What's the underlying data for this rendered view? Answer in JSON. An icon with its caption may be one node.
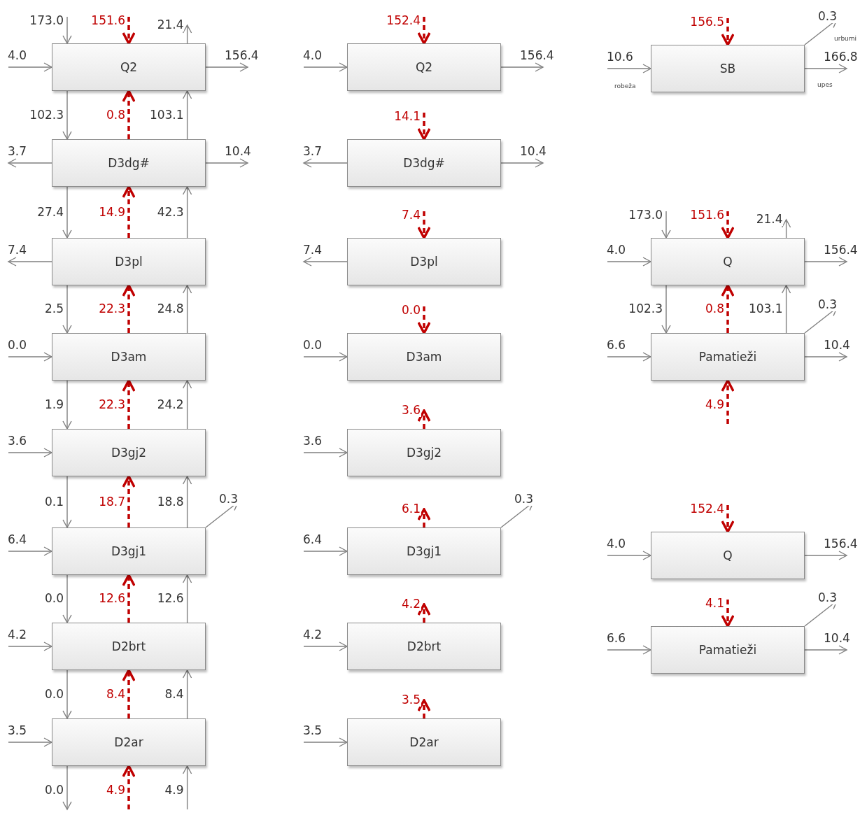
{
  "diagram": {
    "nodes": [
      {
        "text": [
          "Q2"
        ]
      },
      {
        "text": [
          "D3dg#"
        ]
      },
      {
        "text": [
          "D3pl"
        ]
      },
      {
        "text": [
          "D3am"
        ]
      },
      {
        "text": [
          "D3gj2"
        ]
      },
      {
        "text": [
          "D3gj1"
        ]
      },
      {
        "text": [
          "D2brt"
        ]
      },
      {
        "text": [
          "D2ar"
        ]
      },
      {
        "text": [
          "Q2"
        ]
      },
      {
        "text": [
          "D3dg#"
        ]
      },
      {
        "text": [
          "D3pl"
        ]
      },
      {
        "text": [
          "D3am"
        ]
      },
      {
        "text": [
          "D3gj2"
        ]
      },
      {
        "text": [
          "D3gj1"
        ]
      },
      {
        "text": [
          "D2brt"
        ]
      },
      {
        "text": [
          "D2ar"
        ]
      },
      {
        "text": [
          "SB"
        ]
      },
      {
        "text": [
          "Q"
        ]
      },
      {
        "text": [
          "Pamatieži"
        ]
      },
      {
        "text": [
          "Q"
        ]
      },
      {
        "text": [
          "Pamatieži"
        ]
      }
    ],
    "edges": [
      {
        "from": null,
        "to": 0,
        "arrow": "to",
        "label": "173.0"
      },
      {
        "from": null,
        "to": 0,
        "arrow": "to",
        "label": "151.6",
        "style": "dashed",
        "color": "#c00000"
      },
      {
        "from": 0,
        "to": null,
        "arrow": "to",
        "label": "21.4"
      },
      {
        "from": null,
        "to": 0,
        "arrow": "to",
        "label": "4.0"
      },
      {
        "from": 0,
        "to": null,
        "arrow": "to",
        "label": "156.4"
      },
      {
        "from": 0,
        "to": 1,
        "arrow": "to",
        "label": "102.3"
      },
      {
        "from": 1,
        "to": 0,
        "arrow": "to",
        "label": "0.8",
        "style": "dashed",
        "color": "#c00000"
      },
      {
        "from": 1,
        "to": 0,
        "arrow": "to",
        "label": "103.1"
      },
      {
        "from": 1,
        "to": null,
        "arrow": "to",
        "label": "3.7"
      },
      {
        "from": 1,
        "to": null,
        "arrow": "to",
        "label": "10.4"
      },
      {
        "from": 1,
        "to": 2,
        "arrow": "to",
        "label": "27.4"
      },
      {
        "from": 2,
        "to": 1,
        "arrow": "to",
        "label": "14.9",
        "style": "dashed",
        "color": "#c00000"
      },
      {
        "from": 2,
        "to": 1,
        "arrow": "to",
        "label": "42.3"
      },
      {
        "from": 2,
        "to": null,
        "arrow": "to",
        "label": "7.4"
      },
      {
        "from": 2,
        "to": 3,
        "arrow": "to",
        "label": "2.5"
      },
      {
        "from": 3,
        "to": 2,
        "arrow": "to",
        "label": "22.3",
        "style": "dashed",
        "color": "#c00000"
      },
      {
        "from": 3,
        "to": 2,
        "arrow": "to",
        "label": "24.8"
      },
      {
        "from": null,
        "to": 3,
        "arrow": "to",
        "label": "0.0"
      },
      {
        "from": 3,
        "to": 4,
        "arrow": "to",
        "label": "1.9"
      },
      {
        "from": 4,
        "to": 3,
        "arrow": "to",
        "label": "22.3",
        "style": "dashed",
        "color": "#c00000"
      },
      {
        "from": 4,
        "to": 3,
        "arrow": "to",
        "label": "24.2"
      },
      {
        "from": null,
        "to": 4,
        "arrow": "to",
        "label": "3.6"
      },
      {
        "from": 4,
        "to": 5,
        "arrow": "to",
        "label": "0.1"
      },
      {
        "from": 5,
        "to": 4,
        "arrow": "to",
        "label": "18.7",
        "style": "dashed",
        "color": "#c00000"
      },
      {
        "from": 5,
        "to": 4,
        "arrow": "to",
        "label": "18.8"
      },
      {
        "from": 5,
        "to": null,
        "arrow": "to",
        "label": "0.3"
      },
      {
        "from": null,
        "to": 5,
        "arrow": "to",
        "label": "6.4"
      },
      {
        "from": 5,
        "to": 6,
        "arrow": "to",
        "label": "0.0"
      },
      {
        "from": 6,
        "to": 5,
        "arrow": "to",
        "label": "12.6",
        "style": "dashed",
        "color": "#c00000"
      },
      {
        "from": 6,
        "to": 5,
        "arrow": "to",
        "label": "12.6"
      },
      {
        "from": null,
        "to": 6,
        "arrow": "to",
        "label": "4.2"
      },
      {
        "from": 6,
        "to": 7,
        "arrow": "to",
        "label": "0.0"
      },
      {
        "from": 7,
        "to": 6,
        "arrow": "to",
        "label": "8.4",
        "style": "dashed",
        "color": "#c00000"
      },
      {
        "from": 7,
        "to": 6,
        "arrow": "to",
        "label": "8.4"
      },
      {
        "from": null,
        "to": 7,
        "arrow": "to",
        "label": "3.5"
      },
      {
        "from": 7,
        "to": null,
        "arrow": "to",
        "label": "0.0"
      },
      {
        "from": null,
        "to": 7,
        "arrow": "to",
        "label": "4.9",
        "style": "dashed",
        "color": "#c00000"
      },
      {
        "from": null,
        "to": 7,
        "arrow": "to",
        "label": "4.9"
      },
      {
        "from": null,
        "to": 8,
        "arrow": "to",
        "label": "152.4",
        "style": "dashed",
        "color": "#c00000"
      },
      {
        "from": null,
        "to": 8,
        "arrow": "to",
        "label": "4.0"
      },
      {
        "from": 8,
        "to": null,
        "arrow": "to",
        "label": "156.4"
      },
      {
        "from": null,
        "to": 9,
        "arrow": "to",
        "label": "14.1",
        "style": "dashed",
        "color": "#c00000"
      },
      {
        "from": 9,
        "to": null,
        "arrow": "to",
        "label": "3.7"
      },
      {
        "from": 9,
        "to": null,
        "arrow": "to",
        "label": "10.4"
      },
      {
        "from": null,
        "to": 10,
        "arrow": "to",
        "label": "7.4",
        "style": "dashed",
        "color": "#c00000"
      },
      {
        "from": 10,
        "to": null,
        "arrow": "to",
        "label": "7.4"
      },
      {
        "from": null,
        "to": 11,
        "arrow": "to",
        "label": "0.0",
        "style": "dashed",
        "color": "#c00000"
      },
      {
        "from": null,
        "to": 11,
        "arrow": "to",
        "label": "0.0"
      },
      {
        "from": 12,
        "to": null,
        "arrow": "to",
        "label": "3.6",
        "style": "dashed",
        "color": "#c00000"
      },
      {
        "from": null,
        "to": 12,
        "arrow": "to",
        "label": "3.6"
      },
      {
        "from": 13,
        "to": null,
        "arrow": "to",
        "label": "6.1",
        "style": "dashed",
        "color": "#c00000"
      },
      {
        "from": 13,
        "to": null,
        "arrow": "to",
        "label": "0.3"
      },
      {
        "from": null,
        "to": 13,
        "arrow": "to",
        "label": "6.4"
      },
      {
        "from": 14,
        "to": null,
        "arrow": "to",
        "label": "4.2",
        "style": "dashed",
        "color": "#c00000"
      },
      {
        "from": null,
        "to": 14,
        "arrow": "to",
        "label": "4.2"
      },
      {
        "from": 15,
        "to": null,
        "arrow": "to",
        "label": "3.5",
        "style": "dashed",
        "color": "#c00000"
      },
      {
        "from": null,
        "to": 15,
        "arrow": "to",
        "label": "3.5"
      },
      {
        "from": null,
        "to": 16,
        "arrow": "to",
        "label": "156.5",
        "style": "dashed",
        "color": "#c00000"
      },
      {
        "from": 16,
        "to": null,
        "arrow": "to",
        "label": "0.3"
      },
      {
        "from": null,
        "to": 16,
        "arrow": "to",
        "label": "10.6"
      },
      {
        "from": 16,
        "to": null,
        "arrow": "to",
        "label": "166.8"
      },
      {
        "from": null,
        "to": 17,
        "arrow": "to",
        "label": "173.0"
      },
      {
        "from": null,
        "to": 17,
        "arrow": "to",
        "label": "151.6",
        "style": "dashed",
        "color": "#c00000"
      },
      {
        "from": 17,
        "to": null,
        "arrow": "to",
        "label": "21.4"
      },
      {
        "from": null,
        "to": 17,
        "arrow": "to",
        "label": "4.0"
      },
      {
        "from": 17,
        "to": null,
        "arrow": "to",
        "label": "156.4"
      },
      {
        "from": 17,
        "to": 18,
        "arrow": "to",
        "label": "102.3"
      },
      {
        "from": 18,
        "to": 17,
        "arrow": "to",
        "label": "0.8",
        "style": "dashed",
        "color": "#c00000"
      },
      {
        "from": 18,
        "to": 17,
        "arrow": "to",
        "label": "103.1"
      },
      {
        "from": 18,
        "to": null,
        "arrow": "to",
        "label": "0.3"
      },
      {
        "from": null,
        "to": 18,
        "arrow": "to",
        "label": "6.6"
      },
      {
        "from": 18,
        "to": null,
        "arrow": "to",
        "label": "10.4"
      },
      {
        "from": null,
        "to": 18,
        "arrow": "to",
        "label": "4.9",
        "style": "dashed",
        "color": "#c00000"
      },
      {
        "from": null,
        "to": 19,
        "arrow": "to",
        "label": "152.4",
        "style": "dashed",
        "color": "#c00000"
      },
      {
        "from": null,
        "to": 19,
        "arrow": "to",
        "label": "4.0"
      },
      {
        "from": 19,
        "to": null,
        "arrow": "to",
        "label": "156.4"
      },
      {
        "from": null,
        "to": 20,
        "arrow": "to",
        "label": "4.1",
        "style": "dashed",
        "color": "#c00000"
      },
      {
        "from": null,
        "to": 20,
        "arrow": "to",
        "label": "6.6"
      },
      {
        "from": 20,
        "to": null,
        "arrow": "to",
        "label": "0.3"
      },
      {
        "from": 20,
        "to": null,
        "arrow": "to",
        "label": "10.4"
      }
    ],
    "labels": [
      "urbumi",
      "robeža",
      "upes"
    ]
  }
}
